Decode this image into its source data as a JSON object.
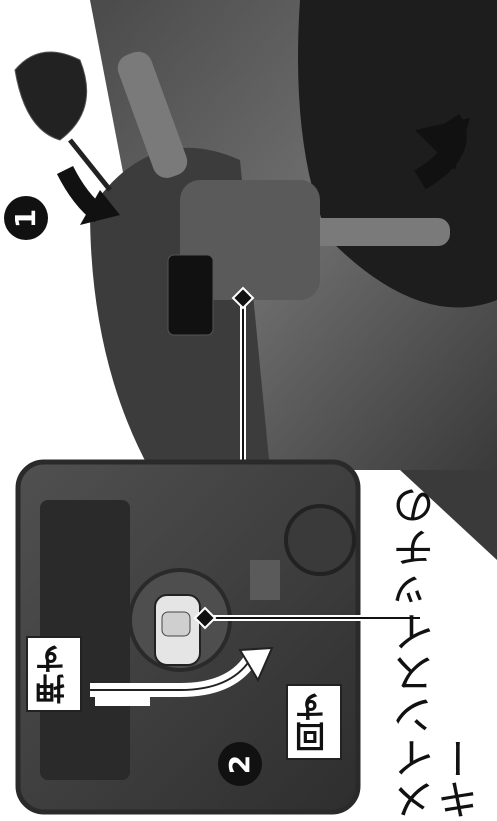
{
  "main_label": "メインスイッチのキー",
  "push_label": "押す",
  "turn_label": "回す",
  "step1": "1",
  "step2": "2",
  "colors": {
    "photo_dark": "#1b1b1b",
    "photo_mid": "#6a6a6a",
    "photo_light": "#bdbdbd",
    "frame": "#2a2a2a"
  }
}
